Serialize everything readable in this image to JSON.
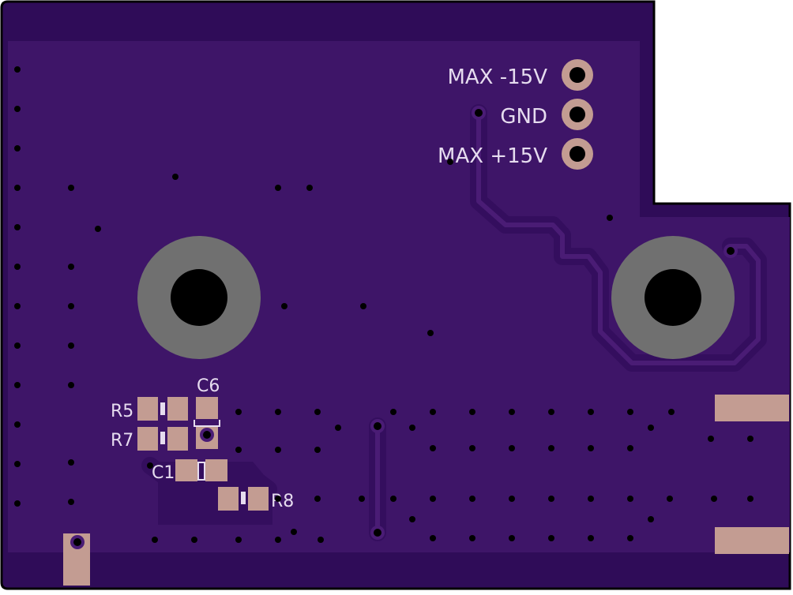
{
  "board": {
    "colors": {
      "soldermask": "#3c1566",
      "copper_pour": "#45196f",
      "edge_strip": "#2f0c58",
      "outline": "#000000",
      "pad": "#c39c92",
      "mounting_ring": "#707070",
      "drill": "#000000",
      "via": "#000000",
      "silkscreen": "#e6dcef",
      "trace": "#350f60"
    }
  },
  "connector": {
    "labels": [
      "MAX -15V",
      "GND",
      "MAX +15V"
    ]
  },
  "components": [
    {
      "ref": "C6"
    },
    {
      "ref": "R5"
    },
    {
      "ref": "R7"
    },
    {
      "ref": "C1"
    },
    {
      "ref": "R8"
    }
  ]
}
